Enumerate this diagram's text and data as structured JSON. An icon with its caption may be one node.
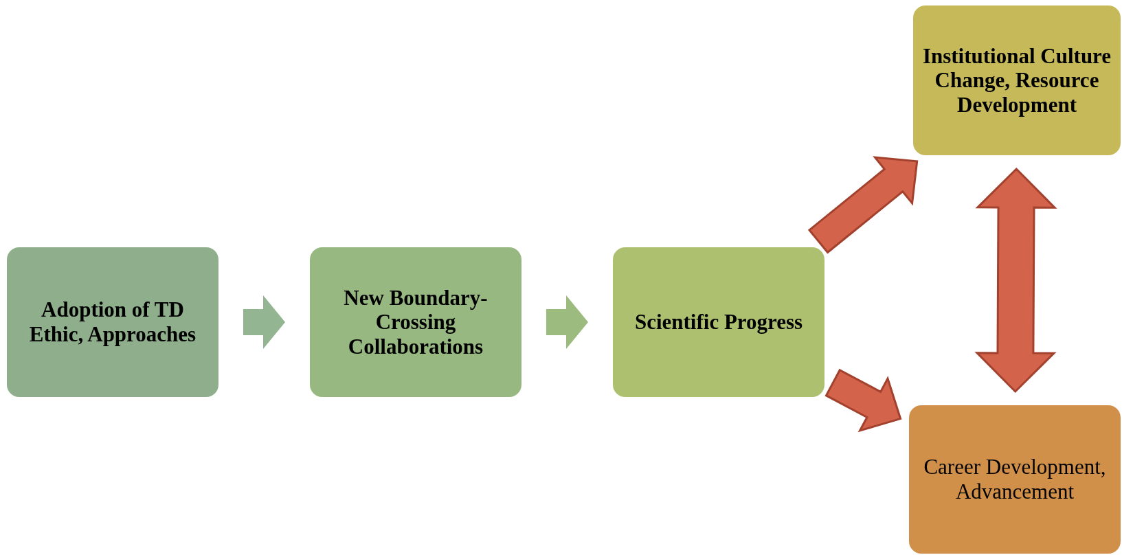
{
  "diagram": {
    "nodes": [
      {
        "text": [
          "Adoption of TD Ethic, Approaches"
        ]
      },
      {
        "text": [
          "New Boundary-Crossing Collaborations"
        ]
      },
      {
        "text": [
          "Scientific Progress"
        ]
      },
      {
        "text": [
          "Institutional Culture Change, Resource Development"
        ]
      },
      {
        "text": [
          "Career Development, Advancement"
        ]
      }
    ],
    "edges": [
      {
        "from": 0,
        "to": 1,
        "arrow": "to",
        "color": "#93b592"
      },
      {
        "from": 1,
        "to": 2,
        "arrow": "to",
        "color": "#9cbb7e"
      },
      {
        "from": 2,
        "to": 3,
        "arrow": "to"
      },
      {
        "from": 2,
        "to": 4,
        "arrow": "to"
      },
      {
        "from": 3,
        "to": 4,
        "arrow": "both"
      }
    ]
  }
}
